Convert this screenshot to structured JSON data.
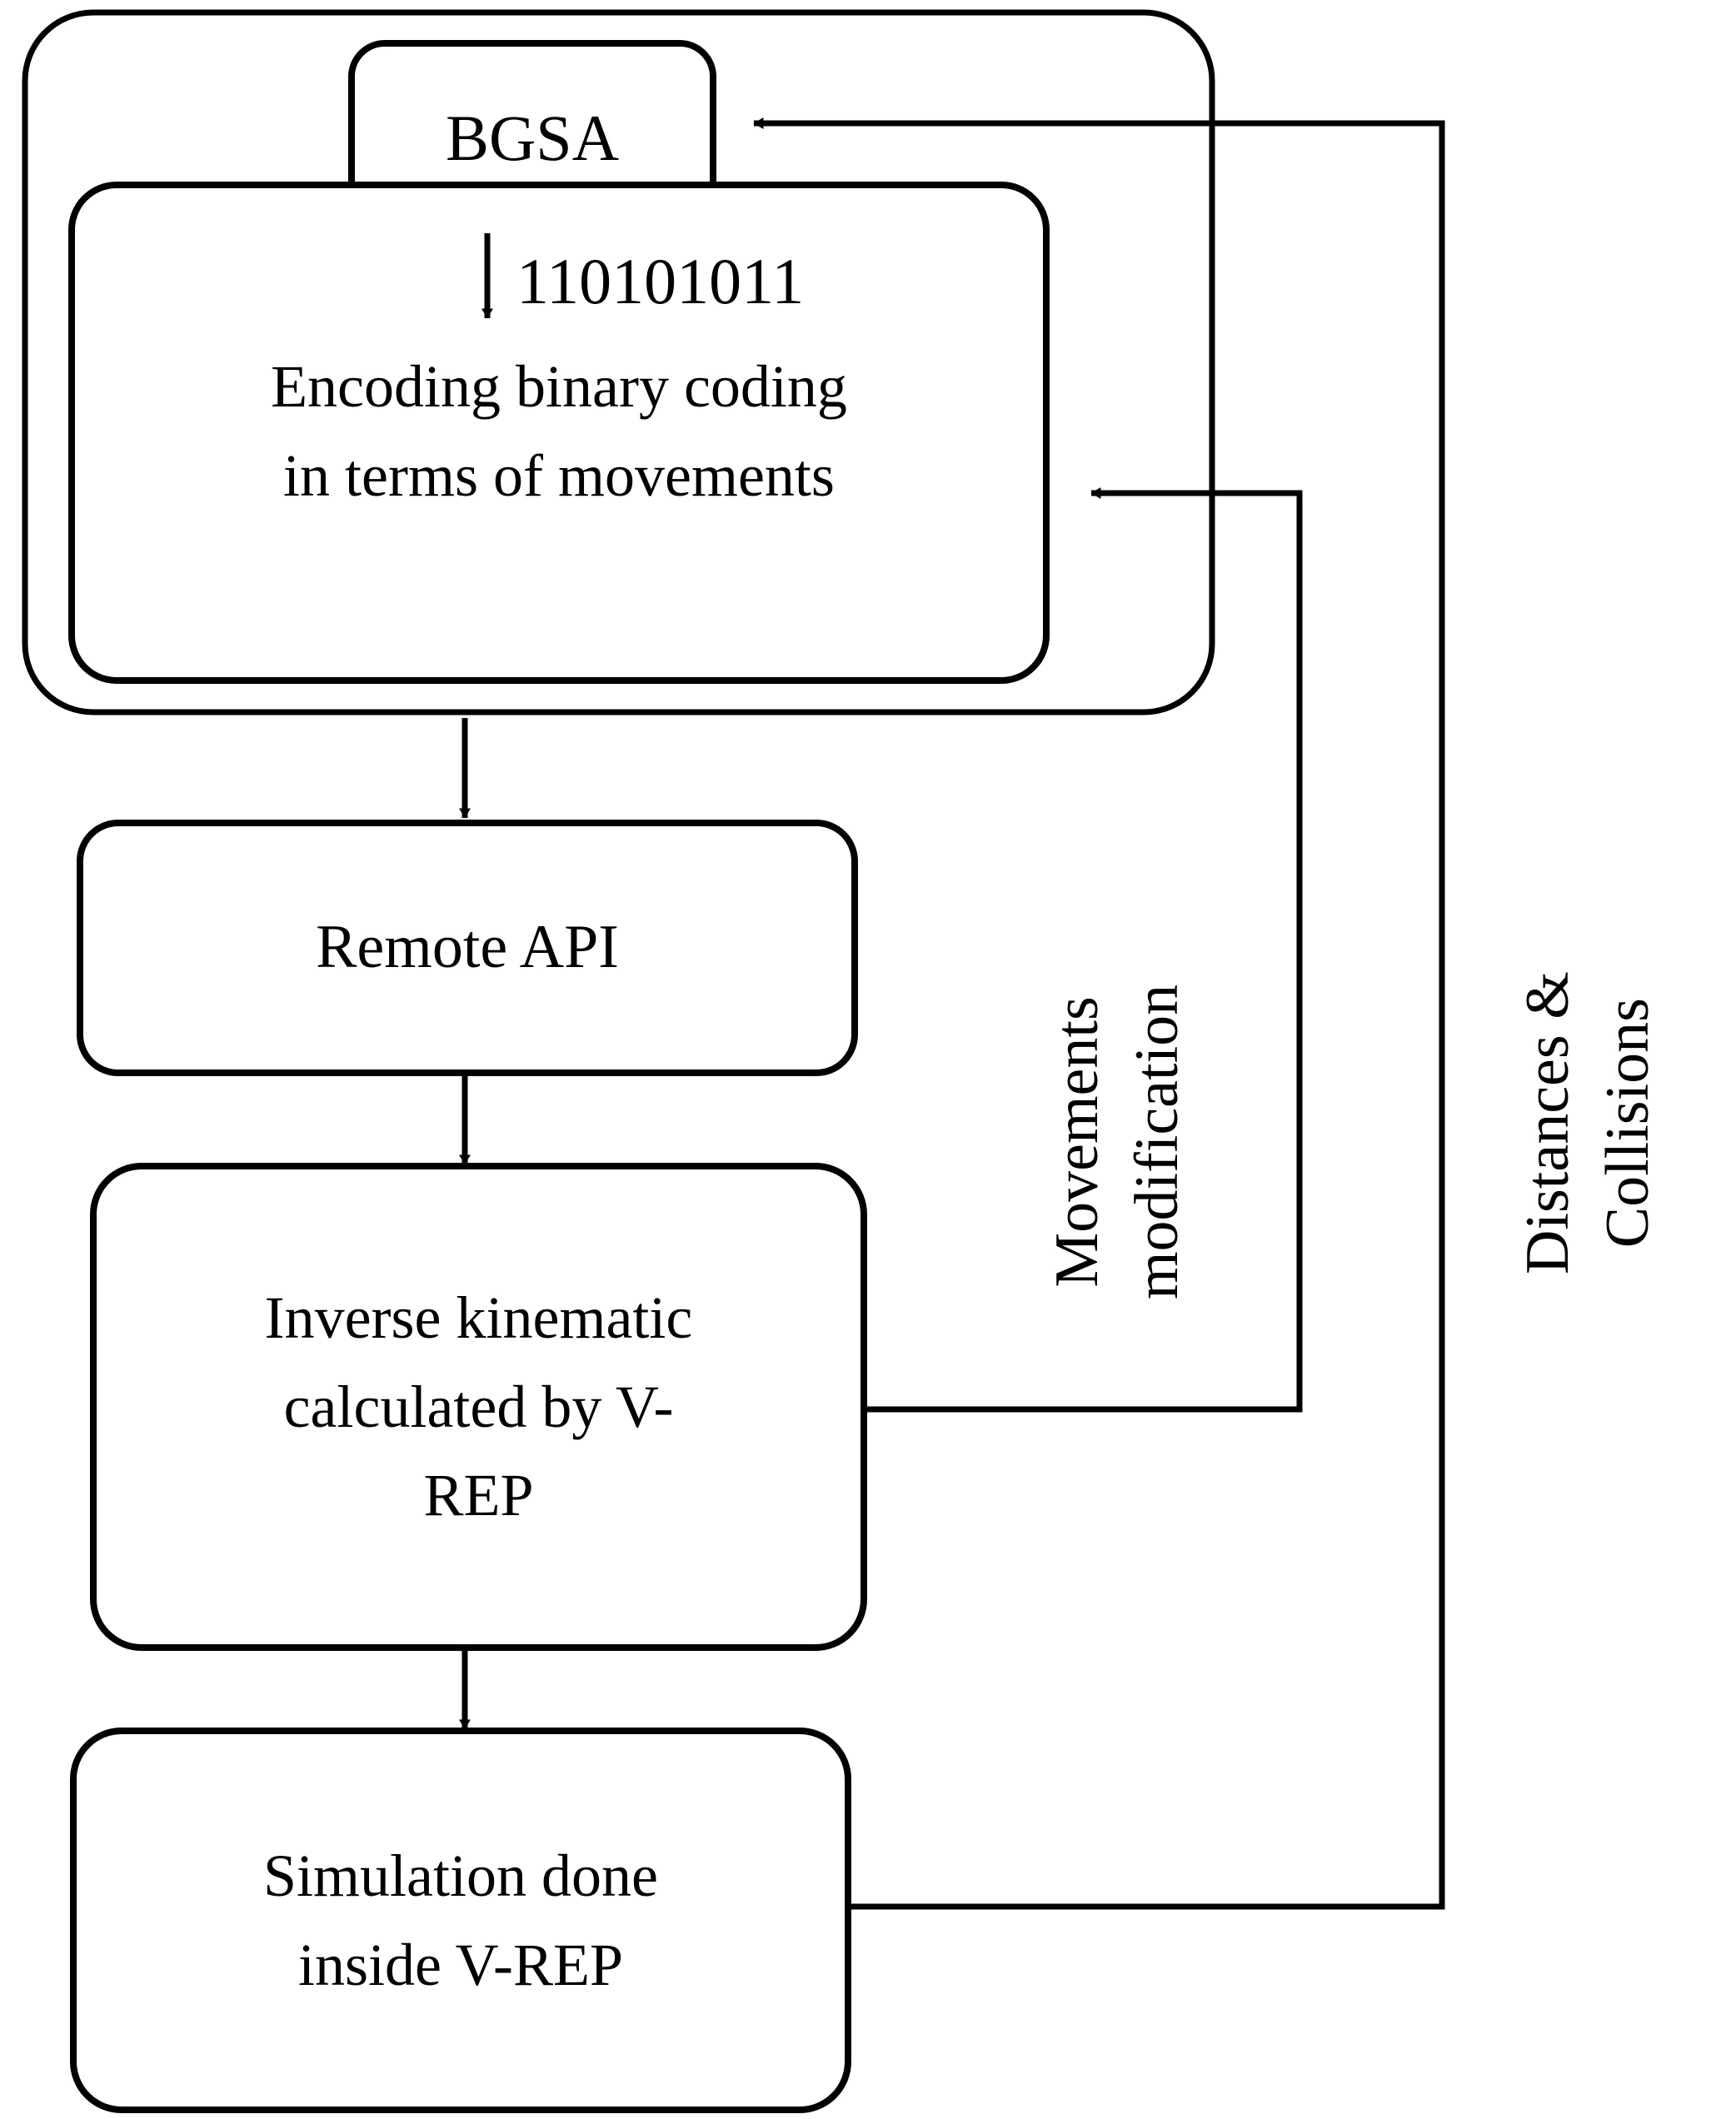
{
  "diagram": {
    "title": "BGSA / V-REP simulation control loop flowchart",
    "type": "flowchart",
    "background_color": "#ffffff",
    "stroke_color": "#000000",
    "text_color": "#000000"
  },
  "nodes": {
    "outer_group": {
      "label": "",
      "shape": "rounded-rectangle-container"
    },
    "bgsa": {
      "label": "BGSA",
      "shape": "rounded-rectangle"
    },
    "encoding": {
      "label": "Encoding binary coding\nin terms of movements",
      "shape": "rounded-rectangle"
    },
    "remote_api": {
      "label": "Remote API",
      "shape": "rounded-rectangle"
    },
    "inverse_kinematic": {
      "label": "Inverse kinematic\ncalculated by V-\nREP",
      "shape": "rounded-rectangle"
    },
    "simulation": {
      "label": "Simulation done\ninside V-REP",
      "shape": "rounded-rectangle"
    }
  },
  "edges": {
    "bgsa_to_encoding": {
      "label": "110101011",
      "from": "bgsa",
      "to": "encoding",
      "direction": "down",
      "arrowhead": true
    },
    "encoding_to_remote_api": {
      "label": "",
      "from": "encoding",
      "to": "remote_api",
      "direction": "down",
      "arrowhead": true
    },
    "remote_api_to_inverse": {
      "label": "",
      "from": "remote_api",
      "to": "inverse_kinematic",
      "direction": "down",
      "arrowhead": true
    },
    "inverse_to_simulation": {
      "label": "",
      "from": "inverse_kinematic",
      "to": "simulation",
      "direction": "down",
      "arrowhead": true
    },
    "inner_feedback": {
      "label": "Movements\nmodification",
      "label_line_1": "Movements",
      "label_line_2": "modification",
      "from": "inverse_kinematic",
      "to": "encoding",
      "direction": "feedback-up-left",
      "arrowhead": true,
      "orientation": "vertical-ccw"
    },
    "outer_feedback": {
      "label": "Distances &\nCollisions",
      "label_line_1": "Distances &",
      "label_line_2": "Collisions",
      "from": "simulation",
      "to": "bgsa",
      "direction": "feedback-up-left",
      "arrowhead": true,
      "orientation": "vertical-ccw"
    }
  }
}
